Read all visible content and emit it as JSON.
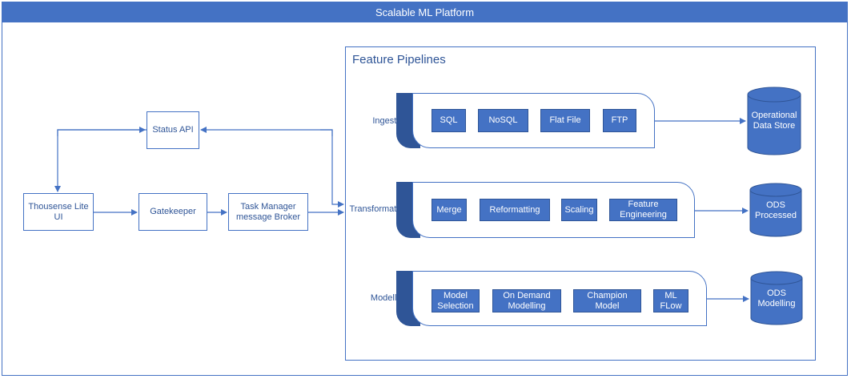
{
  "title": "Scalable ML Platform",
  "left_flow": {
    "status_api": "Status API",
    "thousense_line1": "Thousense Lite",
    "thousense_line2": "UI",
    "gatekeeper": "Gatekeeper",
    "task_manager_line1": "Task Manager",
    "task_manager_line2": "message Broker"
  },
  "feature_pipelines": {
    "title": "Feature Pipelines",
    "rows": [
      {
        "label": "Ingestion",
        "steps": [
          {
            "line1": "SQL"
          },
          {
            "line1": "NoSQL"
          },
          {
            "line1": "Flat File"
          },
          {
            "line1": "FTP"
          }
        ],
        "store_line1": "Operational",
        "store_line2": "Data Store"
      },
      {
        "label": "Transformation",
        "steps": [
          {
            "line1": "Merge"
          },
          {
            "line1": "Reformatting"
          },
          {
            "line1": "Scaling"
          },
          {
            "line1": "Feature",
            "line2": "Engineering"
          }
        ],
        "store_line1": "ODS",
        "store_line2": "Processed"
      },
      {
        "label": "Modelling",
        "steps": [
          {
            "line1": "Model",
            "line2": "Selection"
          },
          {
            "line1": "On Demand",
            "line2": "Modelling"
          },
          {
            "line1": "Champion",
            "line2": "Model"
          },
          {
            "line1": "ML",
            "line2": "FLow"
          }
        ],
        "store_line1": "ODS",
        "store_line2": "Modelling"
      }
    ]
  },
  "colors": {
    "primary": "#4472c4",
    "dark": "#2f5597",
    "white": "#ffffff"
  }
}
